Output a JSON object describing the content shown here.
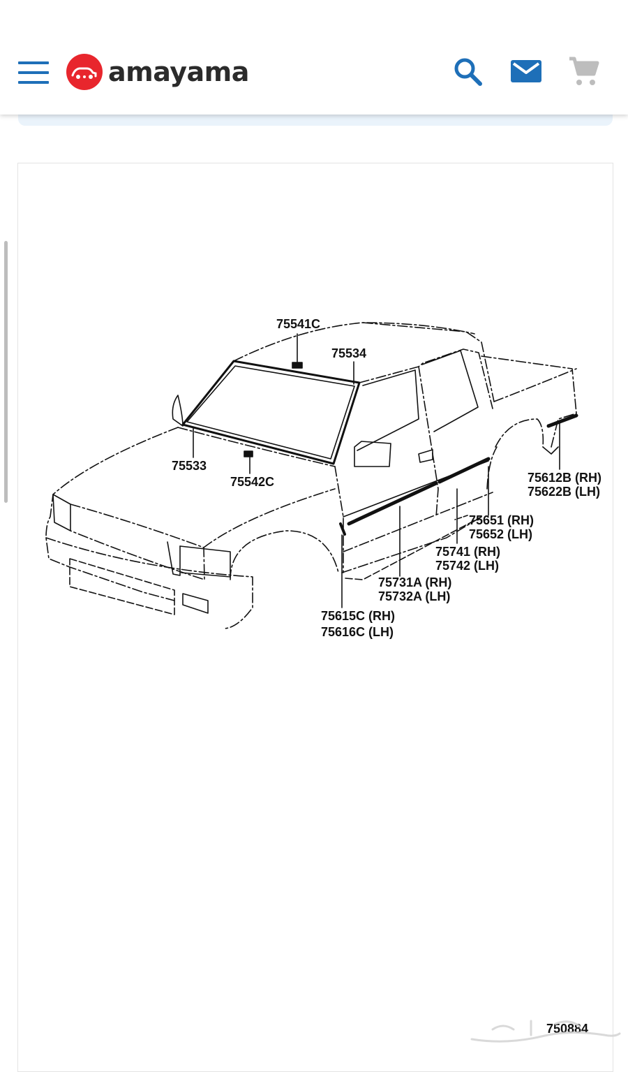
{
  "header": {
    "brand": "amayama",
    "icons": [
      "menu-icon",
      "search-icon",
      "mail-icon",
      "cart-icon"
    ],
    "accent_color": "#1e6fb8",
    "logo_color": "#e8262d"
  },
  "diagram": {
    "callouts": [
      {
        "id": "c1",
        "lines": [
          "75541C"
        ]
      },
      {
        "id": "c2",
        "lines": [
          "75534"
        ]
      },
      {
        "id": "c3",
        "lines": [
          "75533"
        ]
      },
      {
        "id": "c4",
        "lines": [
          "75542C"
        ]
      },
      {
        "id": "c5",
        "lines": [
          "75612B (RH)",
          "75622B (LH)"
        ]
      },
      {
        "id": "c6",
        "lines": [
          "75651 (RH)",
          "75652 (LH)"
        ]
      },
      {
        "id": "c7",
        "lines": [
          "75741 (RH)",
          "75742 (LH)"
        ]
      },
      {
        "id": "c8",
        "lines": [
          "75731A (RH)",
          "75732A (LH)"
        ]
      },
      {
        "id": "c9",
        "lines": [
          "75615C (RH)",
          "75616C (LH)"
        ]
      }
    ],
    "figure_code": "750884"
  }
}
